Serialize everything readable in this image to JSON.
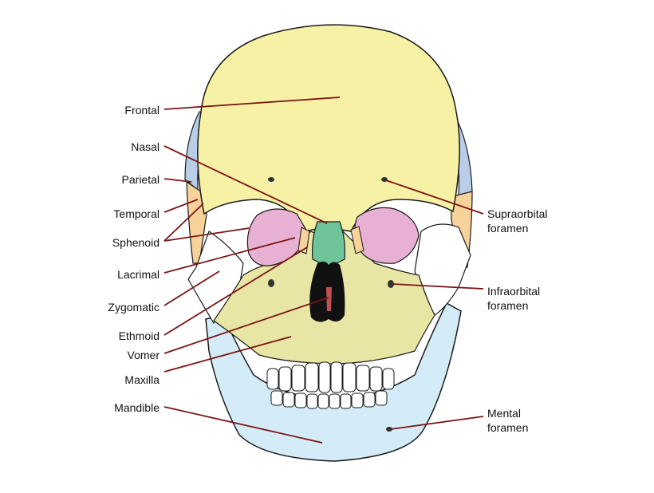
{
  "labels": {
    "frontal": "Frontal",
    "nasal": "Nasal",
    "parietal": "Parietal",
    "temporal": "Temporal",
    "sphenoid": "Sphenoid",
    "lacrimal": "Lacrimal",
    "zygomatic": "Zygomatic",
    "ethmoid": "Ethmoid",
    "vomer": "Vomer",
    "maxilla": "Maxilla",
    "mandible": "Mandible",
    "supraorbital_1": "Supraorbital",
    "supraorbital_2": "foramen",
    "infraorbital_1": "Infraorbital",
    "infraorbital_2": "foramen",
    "mental_1": "Mental",
    "mental_2": "foramen"
  },
  "colors": {
    "frontal": "#f7f1a6",
    "parietal": "#b9cde8",
    "temporal": "#f7d29a",
    "sphenoid": "#e8b0d2",
    "nasal": "#6fc49a",
    "maxilla": "#e7e6a4",
    "mandible": "#d4ecf7",
    "zygomatic": "#ffffff",
    "leader": "#7a1414",
    "outline": "#1a1a1a"
  }
}
